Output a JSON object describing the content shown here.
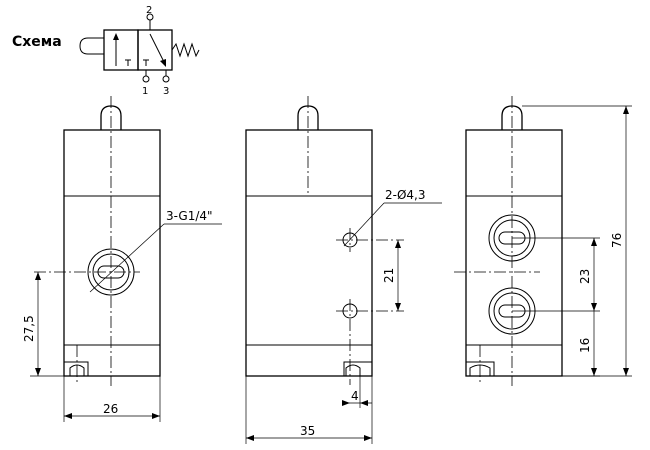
{
  "schema": {
    "title": "Схема",
    "ports": {
      "top": "2",
      "bottom_left": "1",
      "bottom_right": "3"
    }
  },
  "views": {
    "front": {
      "port_callout": "3-G1/4\"",
      "dim_height": "27,5",
      "dim_width": "26"
    },
    "side": {
      "hole_callout": "2-Ø4,3",
      "dim_spacing": "21",
      "dim_offset": "4",
      "dim_width": "35"
    },
    "rear": {
      "dim_total": "76",
      "dim_spacing": "23",
      "dim_lower": "16"
    }
  }
}
